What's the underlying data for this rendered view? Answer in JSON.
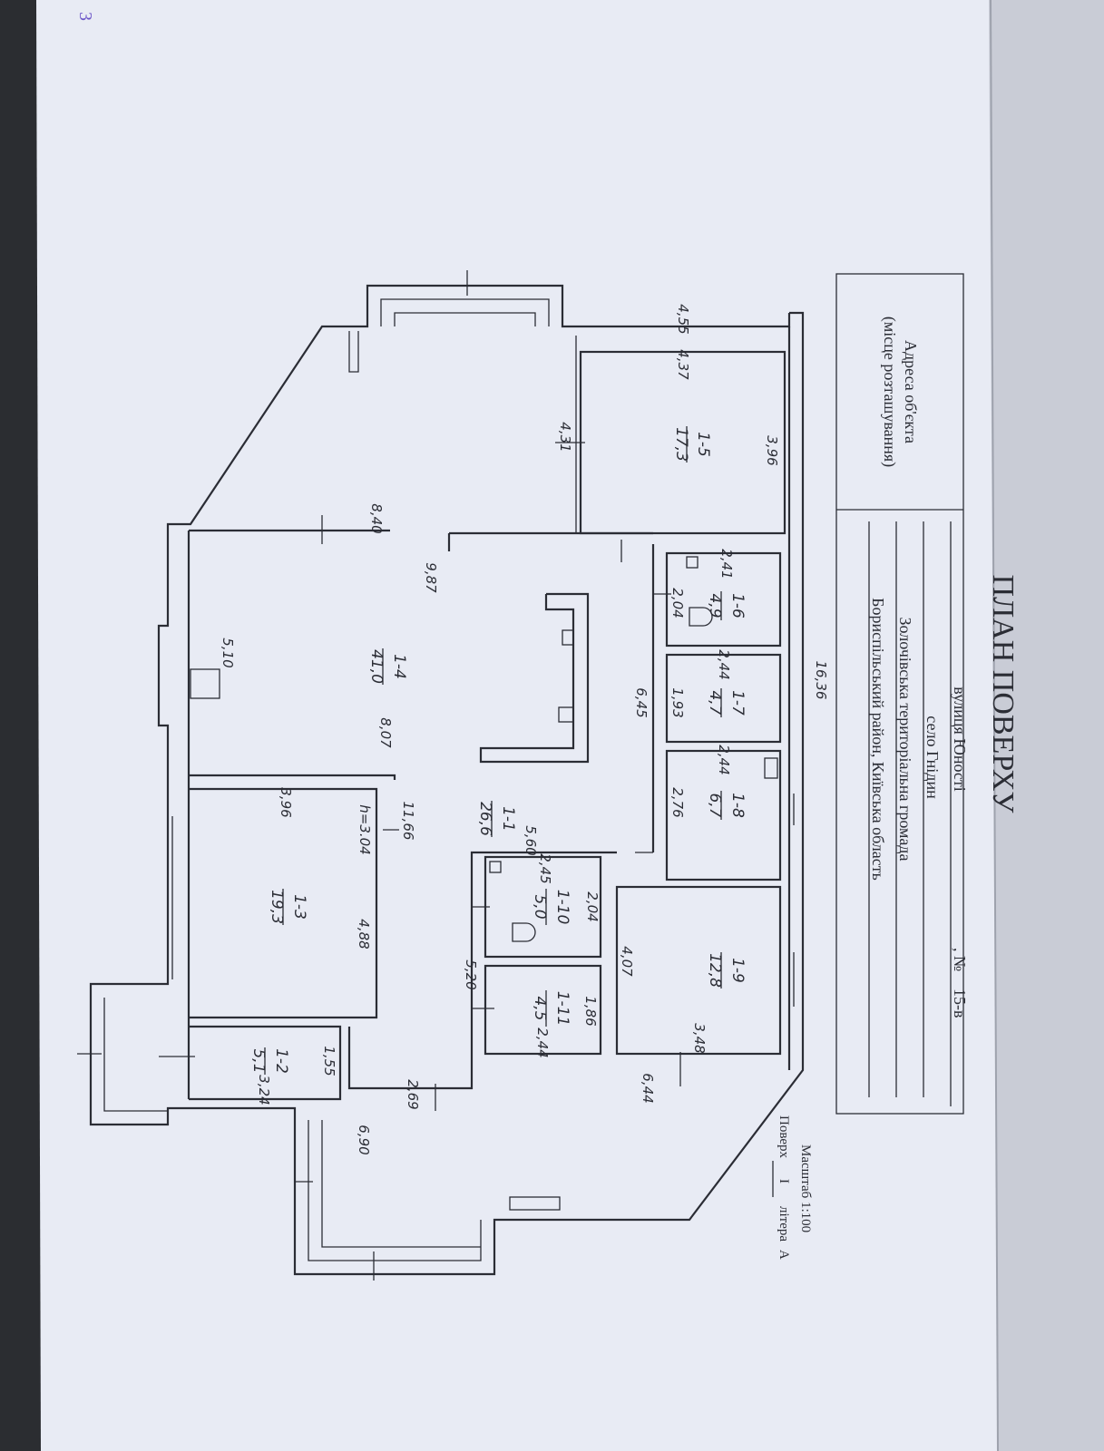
{
  "document": {
    "title": "ПЛАН ПОВЕРХУ",
    "page_mark": "3",
    "address_label_line1": "Адреса об'єкта",
    "address_label_line2": "(місце розташування)",
    "address": {
      "street": "вулиця Юності",
      "number_prefix": ", №",
      "number": "15-в",
      "village": "село Гнідин",
      "community": "Золочівська територіальна громада",
      "district_region": "Бориспільський район, Київська область"
    },
    "scale": "Масштаб 1:100",
    "floor_label": "Поверх",
    "floor_value": "I",
    "letter_label": "літера",
    "letter_value": "А"
  },
  "rooms": [
    {
      "id": "1-1",
      "area": "26,6"
    },
    {
      "id": "1-2",
      "area": "5,1"
    },
    {
      "id": "1-3",
      "area": "19,3"
    },
    {
      "id": "1-4",
      "area": "41,0"
    },
    {
      "id": "1-5",
      "area": "17,3"
    },
    {
      "id": "1-6",
      "area": "4,9"
    },
    {
      "id": "1-7",
      "area": "4,7"
    },
    {
      "id": "1-8",
      "area": "6,7"
    },
    {
      "id": "1-9",
      "area": "12,8"
    },
    {
      "id": "1-10",
      "area": "5,0"
    },
    {
      "id": "1-11",
      "area": "4,5"
    }
  ],
  "dimensions": [
    "4,55",
    "4,37",
    "3,96",
    "4,31",
    "8,40",
    "9,87",
    "2,41",
    "2,04",
    "16,36",
    "2,44",
    "1,93",
    "6,45",
    "5,10",
    "8,07",
    "2,44",
    "2,76",
    "3,96",
    "h=3.04",
    "11,66",
    "5,60",
    "2,45",
    "2,04",
    "4,07",
    "4,88",
    "5,20",
    "1,86",
    "2,44",
    "3,48",
    "1,55",
    "3,24",
    "2,69",
    "6,44",
    "6,90"
  ]
}
